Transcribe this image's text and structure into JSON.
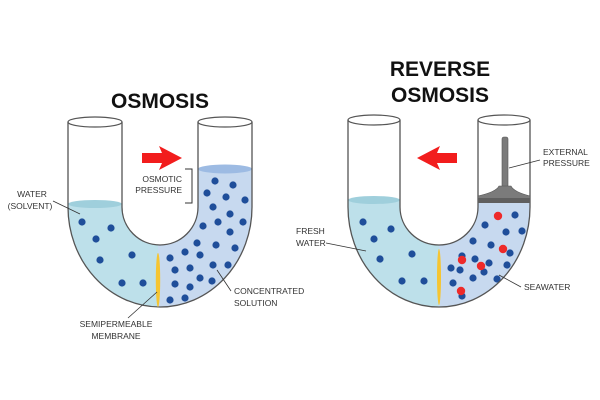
{
  "osmosis": {
    "title": "OSMOSIS",
    "label_water_1": "WATER",
    "label_water_2": "(SOLVENT)",
    "label_pressure_1": "OSMOTIC",
    "label_pressure_2": "PRESSURE",
    "label_solution_1": "CONCENTRATED",
    "label_solution_2": "SOLUTION",
    "label_membrane_1": "SEMIPERMEABLE",
    "label_membrane_2": "MEMBRANE"
  },
  "reverse": {
    "title_1": "REVERSE",
    "title_2": "OSMOSIS",
    "label_external_1": "EXTERNAL",
    "label_external_2": "PRESSURE",
    "label_fresh_1": "FRESH",
    "label_fresh_2": "WATER",
    "label_seawater": "SEAWATER"
  },
  "colors": {
    "fresh": "#bde0ea",
    "concentrated": "#c7d9ef",
    "molecule": "#1f4e9a",
    "salt": "#ee2a2a",
    "arrow": "#f21d1d",
    "membrane": "#f5c531"
  }
}
